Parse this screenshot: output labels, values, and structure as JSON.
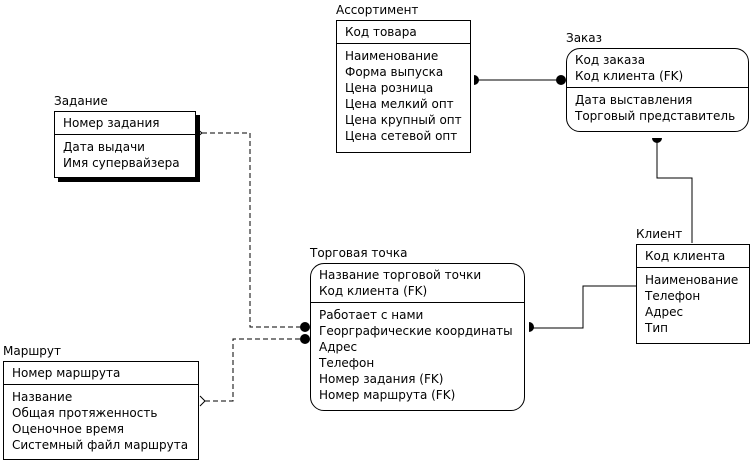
{
  "entities": {
    "assortment": {
      "title": "Ассортимент",
      "keys": [
        "Код товара"
      ],
      "attributes": [
        "Наименование",
        "Форма выпуска",
        "Цена розница",
        "Цена мелкий опт",
        "Цена крупный опт",
        "Цена сетевой опт"
      ]
    },
    "order": {
      "title": "Заказ",
      "keys": [
        "Код заказа",
        "Код клиента (FK)"
      ],
      "attributes": [
        "Дата выставления",
        "Торговый представитель"
      ]
    },
    "task": {
      "title": "Задание",
      "keys": [
        "Номер задания"
      ],
      "attributes": [
        "Дата выдачи",
        "Имя супервайзера"
      ]
    },
    "client": {
      "title": "Клиент",
      "keys": [
        "Код клиента"
      ],
      "attributes": [
        "Наименование",
        "Телефон",
        "Адрес",
        "Тип"
      ]
    },
    "outlet": {
      "title": "Торговая точка",
      "keys": [
        "Название торговой точки",
        "Код клиента (FK)"
      ],
      "attributes": [
        "Работает с нами",
        "Георграфические координаты",
        "Адрес",
        "Телефон",
        "Номер задания (FK)",
        "Номер маршрута (FK)"
      ]
    },
    "route": {
      "title": "Маршрут",
      "keys": [
        "Номер маршрута"
      ],
      "attributes": [
        "Название",
        "Общая протяженность",
        "Оценочное время",
        "Системный файл маршрута"
      ]
    }
  }
}
